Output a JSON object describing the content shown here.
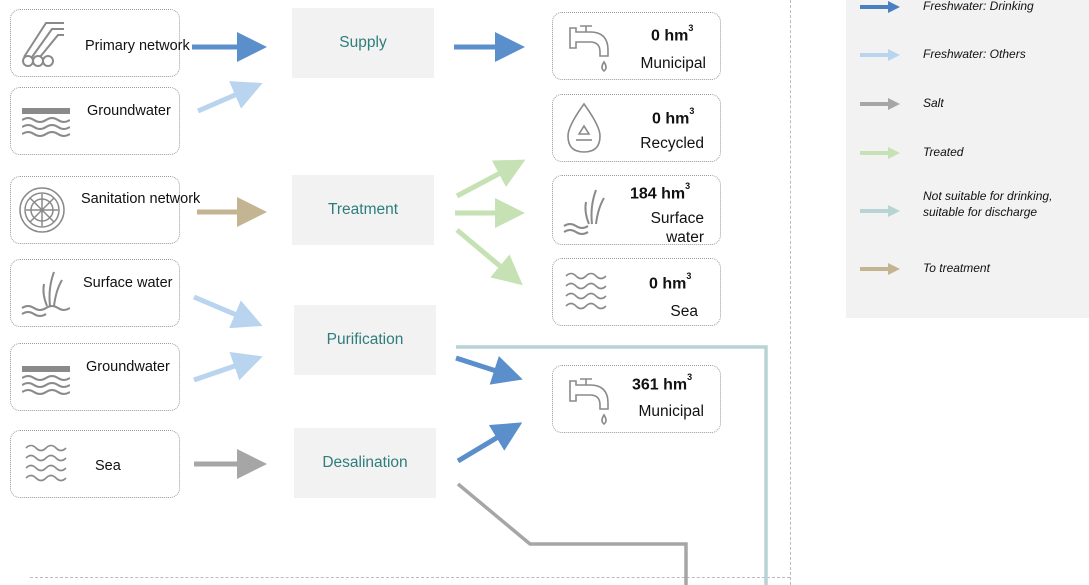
{
  "sources": [
    {
      "label": "Primary network",
      "icon": "pipes-icon"
    },
    {
      "label": "Groundwater",
      "icon": "groundwater-icon"
    },
    {
      "label": "Sanitation network",
      "icon": "manhole-icon"
    },
    {
      "label": "Surface water",
      "icon": "reeds-icon"
    },
    {
      "label": "Groundwater",
      "icon": "groundwater-icon"
    },
    {
      "label": "Sea",
      "icon": "waves-icon"
    }
  ],
  "processes": [
    "Supply",
    "Treatment",
    "Purification",
    "Desalination"
  ],
  "destinations": [
    {
      "value": "0 hm",
      "sup": "3",
      "label": "Municipal",
      "icon": "faucet-icon"
    },
    {
      "value": "0 hm",
      "sup": "3",
      "label": "Recycled",
      "icon": "recycle-drop-icon"
    },
    {
      "value": "184 hm",
      "sup": "3",
      "label": "Surface water",
      "icon": "reeds-icon"
    },
    {
      "value": "0 hm",
      "sup": "3",
      "label": "Sea",
      "icon": "waves-icon"
    },
    {
      "value": "361 hm",
      "sup": "3",
      "label": "Municipal",
      "icon": "faucet-icon"
    }
  ],
  "legend": [
    {
      "label": "Freshwater: Drinking",
      "color": "#4a7fc1"
    },
    {
      "label": "Freshwater: Others",
      "color": "#b8d4ee"
    },
    {
      "label": "Salt",
      "color": "#a6a6a6"
    },
    {
      "label": "Treated",
      "color": "#c6e2b4"
    },
    {
      "label": "Not suitable for drinking, suitable for discharge",
      "color": "#b7d3d3"
    },
    {
      "label": "To treatment",
      "color": "#c4b592"
    }
  ],
  "colors": {
    "drinking": "#5b8fcc",
    "others": "#b8d4ee",
    "salt": "#a6a6a6",
    "treated": "#c6e2b4",
    "discharge": "#b7d3d3",
    "to_treatment": "#c4b592",
    "process_text": "#2e7d7d"
  }
}
